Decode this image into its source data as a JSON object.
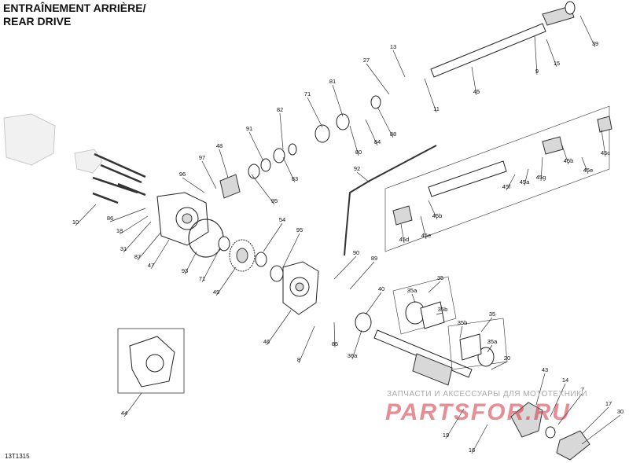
{
  "title": {
    "line1": "ENTRAÎNEMENT ARRIÈRE/",
    "line2": "REAR DRIVE"
  },
  "document_id": "13T1315",
  "watermark": {
    "text": "ЗАПЧАСТИ И АКСЕССУАРЫ ДЛЯ МОТОТЕХНИКИ",
    "logo": "PARTSFOR.RU"
  },
  "callouts": [
    "39",
    "9",
    "15",
    "13",
    "27",
    "11",
    "45",
    "81",
    "71",
    "82",
    "91",
    "88",
    "80",
    "84",
    "97",
    "48",
    "96",
    "95",
    "83",
    "10",
    "86",
    "18",
    "31",
    "87",
    "47",
    "93",
    "71",
    "49",
    "54",
    "95",
    "92",
    "45c",
    "45b",
    "45e",
    "45f",
    "45a",
    "45g",
    "45b",
    "45e",
    "45d",
    "90",
    "89",
    "40",
    "35",
    "35a",
    "35b",
    "35",
    "35b",
    "35a",
    "36a",
    "20",
    "46",
    "85",
    "8",
    "44",
    "43",
    "14",
    "7",
    "17",
    "30",
    "19",
    "16"
  ]
}
